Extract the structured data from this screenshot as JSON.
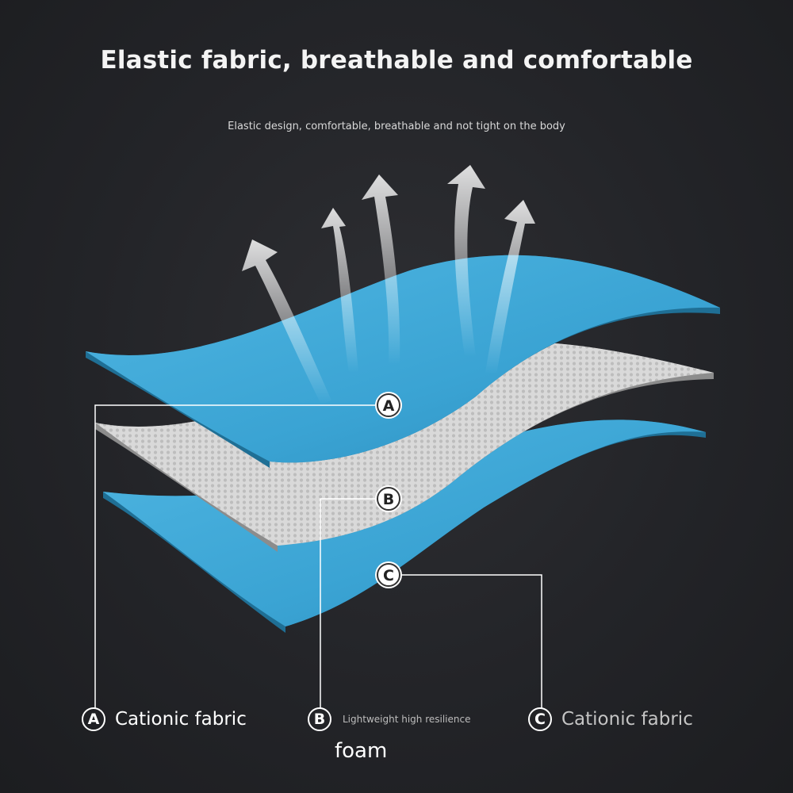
{
  "header": {
    "title": "Elastic fabric, breathable and comfortable",
    "subtitle": "Elastic design, comfortable, breathable and not tight on the body"
  },
  "markers": [
    {
      "letter": "A"
    },
    {
      "letter": "B"
    },
    {
      "letter": "C"
    }
  ],
  "legend": [
    {
      "letter": "A",
      "label": "Cationic fabric"
    },
    {
      "letter": "B",
      "label": "Lightweight high resilience",
      "label_cont": "foam"
    },
    {
      "letter": "C",
      "label": "Cationic fabric"
    }
  ],
  "colors": {
    "fabric_blue": "#3fa7d6",
    "fabric_blue_edge": "#1f6f95",
    "foam_gray": "#d7d7d7",
    "background": "#232428"
  },
  "icons": [
    "upward-airflow-arrow-icon"
  ]
}
